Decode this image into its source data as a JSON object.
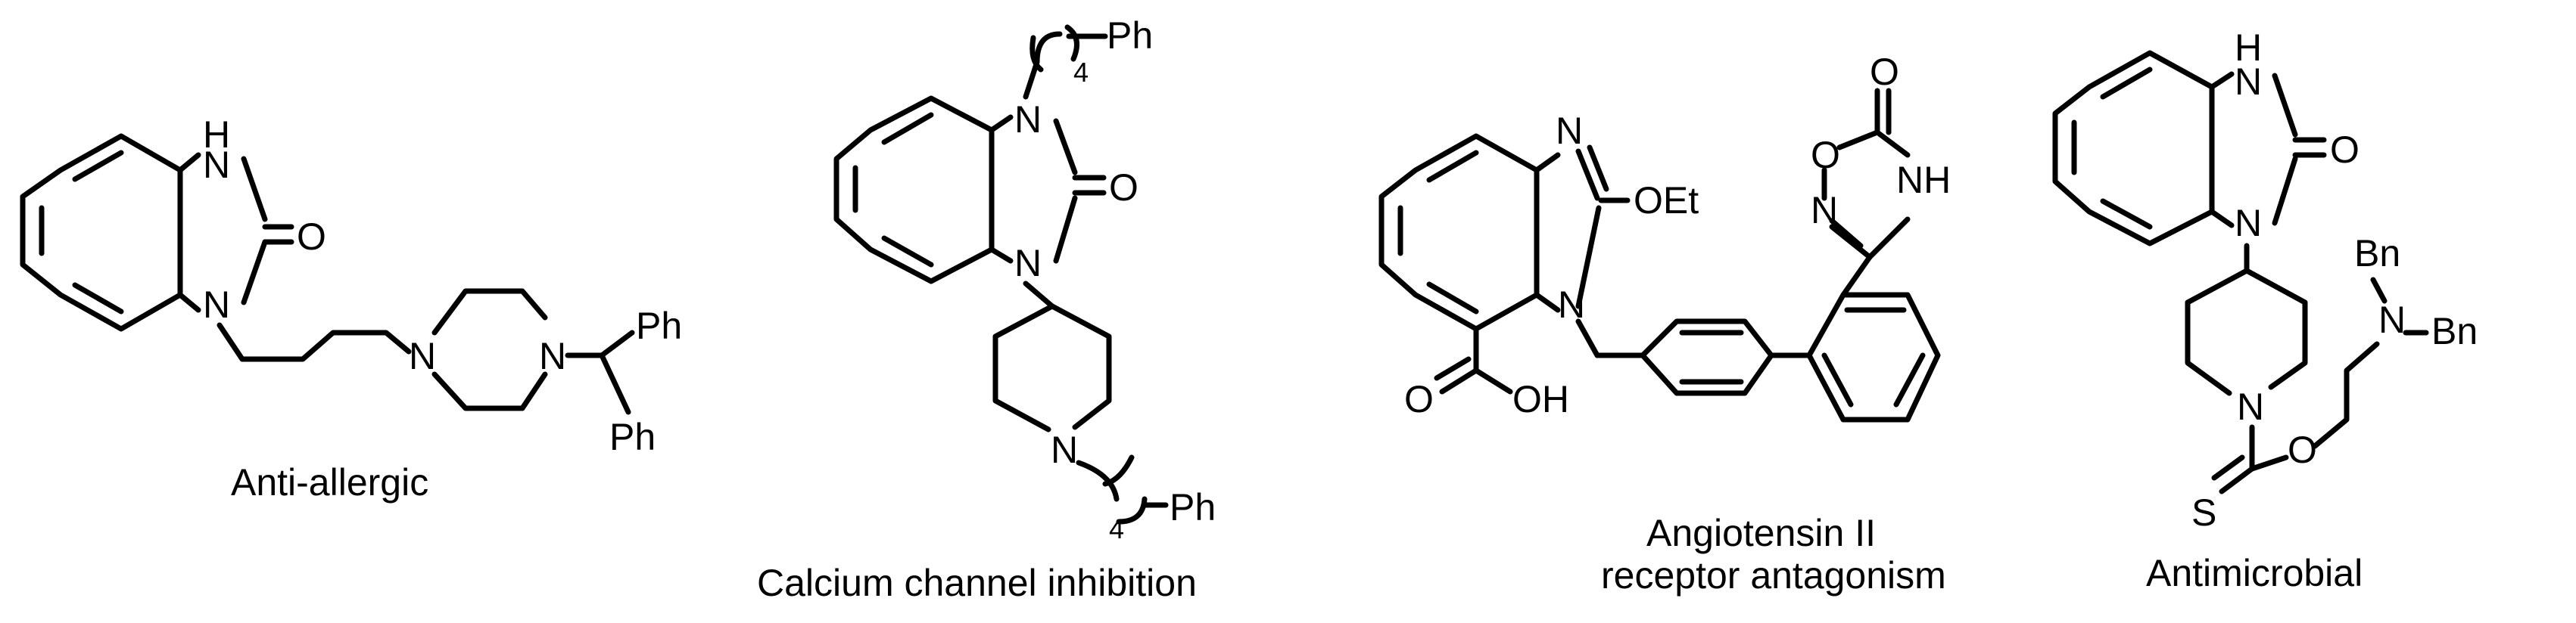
{
  "molecules": [
    {
      "atoms": {
        "nh": "H",
        "n_top": "N",
        "o": "O",
        "n_ring": "N",
        "n_pip1": "N",
        "n_pip2": "N",
        "ph1": "Ph",
        "ph2": "Ph"
      },
      "caption": [
        "Anti-allergic"
      ]
    },
    {
      "atoms": {
        "n_top": "N",
        "o": "O",
        "n_bot": "N",
        "n_pip": "N",
        "ph_top": "Ph",
        "sub_top": "4",
        "ph_bot": "Ph",
        "sub_bot": "4"
      },
      "caption": [
        "Calcium channel inhibition"
      ]
    },
    {
      "atoms": {
        "n_top": "N",
        "oet": "OEt",
        "n_ring": "N",
        "o_carbonyl": "O",
        "oh": "OH",
        "ox_o_exo": "O",
        "ox_o": "O",
        "ox_n": "N",
        "ox_nh": "NH"
      },
      "caption": [
        "Angiotensin II",
        "receptor antagonism"
      ]
    },
    {
      "atoms": {
        "h": "H",
        "n_top": "N",
        "o": "O",
        "n_ring": "N",
        "n_pip": "N",
        "s": "S",
        "o_ester": "O",
        "n_amine": "N",
        "bn1": "Bn",
        "bn2": "Bn"
      },
      "caption": [
        "Antimicrobial"
      ]
    }
  ]
}
